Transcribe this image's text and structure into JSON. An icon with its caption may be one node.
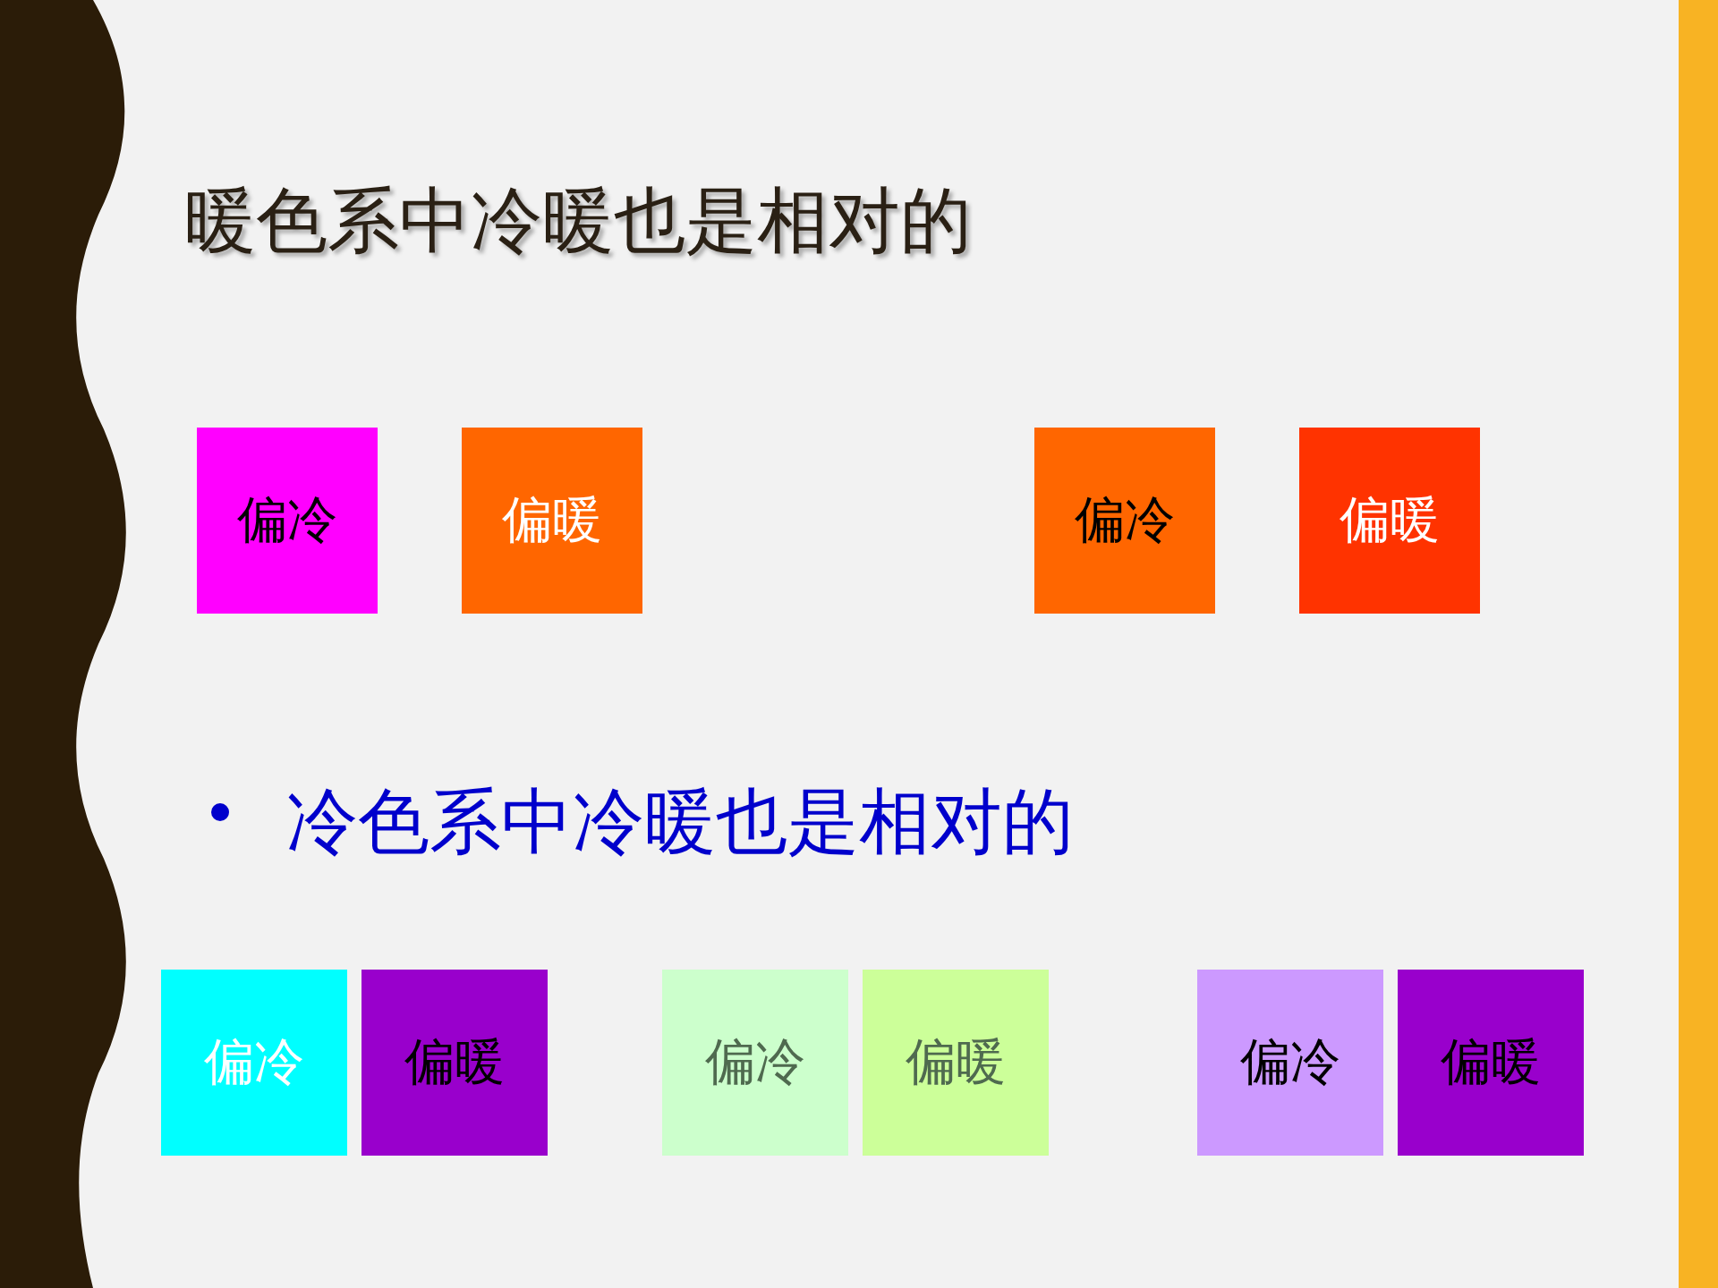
{
  "diagram": {
    "title": "暖色系中冷暖也是相对的",
    "nodes": [
      {
        "text": [
          "偏冷"
        ]
      },
      {
        "text": [
          "偏暖"
        ]
      },
      {
        "text": [
          "偏冷"
        ]
      },
      {
        "text": [
          "偏暖"
        ]
      },
      {
        "text": [
          "偏冷"
        ]
      },
      {
        "text": [
          "偏暖"
        ]
      },
      {
        "text": [
          "偏冷"
        ]
      },
      {
        "text": [
          "偏暖"
        ]
      },
      {
        "text": [
          "偏冷"
        ]
      },
      {
        "text": [
          "偏暖"
        ]
      }
    ],
    "labels": [
      "冷色系中冷暖也是相对的"
    ]
  }
}
